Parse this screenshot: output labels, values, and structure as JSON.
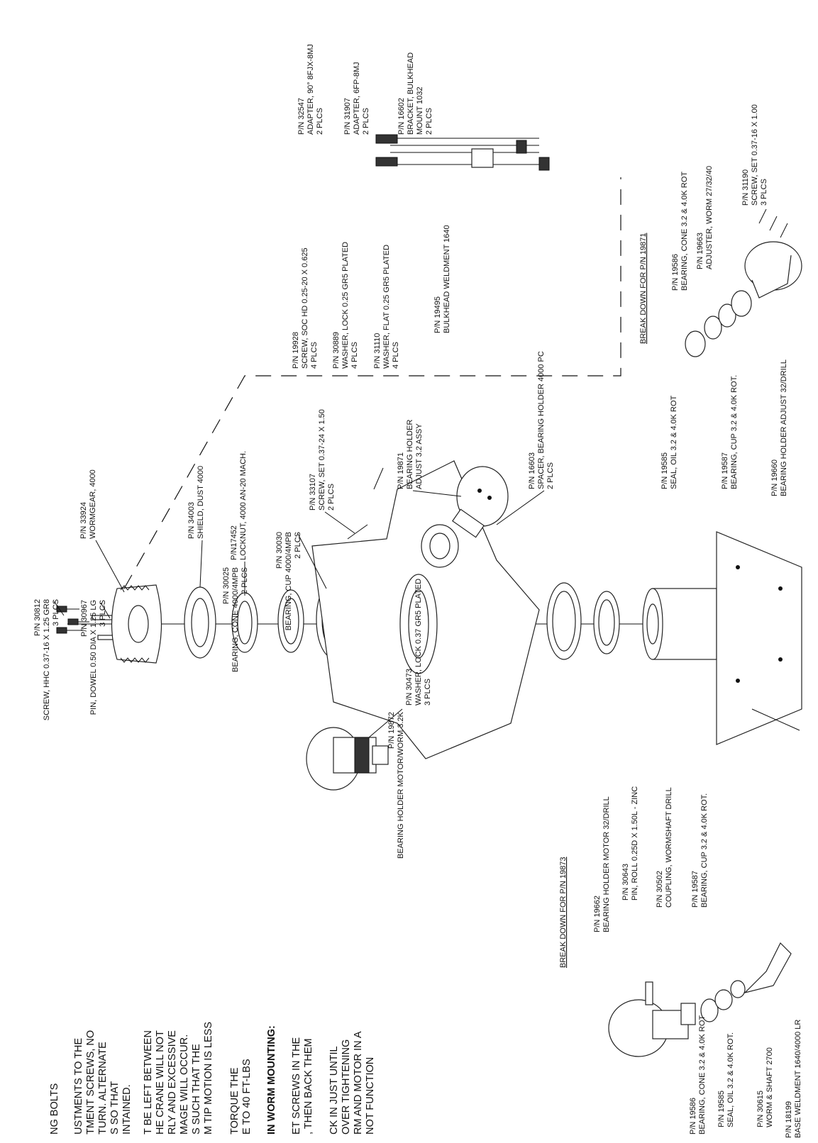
{
  "notes": [
    "NG BOLTS",
    "USTMENTS TO THE",
    "TMENT SCREWS, NO",
    " TURN.  ALTERNATE",
    "S SO THAT",
    "INTAINED.",
    "T BE LEFT BETWEEN",
    "HE CRANE WILL NOT",
    "RLY AND EXCESSIVE",
    "MAGE WILL OCCUR.",
    "S SUCH THAT THE",
    "M TIP MOTION IS LESS",
    "TORQUE THE",
    "E TO 40 FT-LBS",
    "IN WORM MOUNTING:",
    "ET SCREWS IN THE",
    ", THEN BACK THEM",
    "CK IN JUST UNTIL",
    " OVER TIGHTENING",
    "RM AND MOTOR IN A",
    " NOT FUNCTION"
  ],
  "labels": {
    "screw_hhc": [
      "P/N 30812",
      "SCREW, HHC 0.37-16 X 1.25 GR8",
      "3 PLCS"
    ],
    "pin_dowel": [
      "P/N 30967",
      "PIN, DOWEL 0.50 DIA X 1.25 LG",
      "3 PLCS"
    ],
    "bearing_cone_4000": [
      "P/N 30025",
      "BEARING, CONE 4000/4MPB",
      "2 PLCS"
    ],
    "bearing_cup_4000": [
      "P/N 30030",
      "BEARING, CUP 4000/4MPB",
      "2 PLCS"
    ],
    "bh_motor_worm": [
      "P/N 19872",
      "BEARING HOLDER MOTOR/WORM 3.2K"
    ],
    "washer_lock_037": [
      "P/N 30473",
      "WASHER, LOCK 0.37 GR5 PLATED",
      "3 PLCS"
    ],
    "wormgear": [
      "P/N 33924",
      "WORMGEAR, 4000"
    ],
    "shield_dust": [
      "P/N 34003",
      "SHIELD, DUST 4000"
    ],
    "locknut": [
      "P/N17452",
      "LOCKNUT, 4000 AN-20 MACH."
    ],
    "screw_set_150": [
      "P/N 33107",
      "SCREW, SET 0.37-24 X 1.50",
      "2 PLCS"
    ],
    "bh_adjust_assy": [
      "P/N 19871",
      "BEARING HOLDER",
      "ADJUST 3.2 ASSY"
    ],
    "spacer": [
      "P/N 16603",
      "SPACER, BEARING HOLDER 4000 PC",
      "2 PLCS"
    ],
    "base_weldment": [
      "P/N 18199",
      "BASE WELDMENT 1640/4000 LR"
    ],
    "screw_soc_hd": [
      "P/N 19928",
      "SCREW, SOC HD 0.25-20 X 0.625",
      "4 PLCS"
    ],
    "washer_lock_025": [
      "P/N 30889",
      "WASHER, LOCK 0.25 GR5 PLATED",
      "4 PLCS"
    ],
    "washer_flat_025": [
      "P/N 31110",
      "WASHER, FLAT 0.25 GR5 PLATED",
      "4 PLCS"
    ],
    "bulkhead_weldment": [
      "P/N 19495",
      "BULKHEAD WELDMENT 1640"
    ],
    "adapter_90": [
      "P/N 32547",
      "ADAPTER, 90° 8FJX-8MJ",
      "2 PLCS"
    ],
    "adapter_6fp": [
      "P/N 31907",
      "ADAPTER, 6FP-8MJ",
      "2 PLCS"
    ],
    "bracket_bulkhead": [
      "P/N 16602",
      "BRACKET, BULKHEAD",
      "MOUNT 1032",
      "2 PLCS"
    ],
    "bd_19871_title": "BREAK DOWN FOR P/N 19871",
    "seal_oil_a": [
      "P/N 19585",
      "SEAL, OIL 3.2 & 4.0K ROT"
    ],
    "bearing_cone_a": [
      "P/N 19586",
      "BEARING, CONE 3.2 & 4.0K ROT"
    ],
    "bearing_cup_a": [
      "P/N 19587",
      "BEARING, CUP 3.2 & 4.0K ROT."
    ],
    "adjuster_worm": [
      "P/N 19663",
      "ADJUSTER, WORM 27/32/40"
    ],
    "bh_adjust_drill": [
      "P/N 19660",
      "BEARING HOLDER ADJUST 32/DRILL"
    ],
    "screw_set_100": [
      "P/N 31190",
      "SCREW, SET 0.37-16 X 1.00",
      "3 PLCS"
    ],
    "bd_19873_title": "BREAK DOWN FOR P/N 19873",
    "bh_motor_drill": [
      "P/N 19662",
      "BEARING HOLDER MOTOR 32/DRILL"
    ],
    "pin_roll": [
      "P/N 30643",
      "PIN, ROLL 0.25D X 1.50L - ZINC"
    ],
    "coupling": [
      "P/N 30502",
      "COUPLING, WORMSHAFT DRILL"
    ],
    "bearing_cup_b": [
      "P/N 19587",
      "BEARING, CUP 3.2 & 4.0K ROT."
    ],
    "bearing_cone_b": [
      "P/N 19586",
      "BEARING, CONE 3.2 & 4.0K ROT"
    ],
    "seal_oil_b": [
      "P/N 19585",
      "SEAL, OIL 3.2 & 4.0K ROT."
    ],
    "worm_shaft": [
      "P/N 30615",
      "WORM & SHAFT 2700"
    ]
  }
}
